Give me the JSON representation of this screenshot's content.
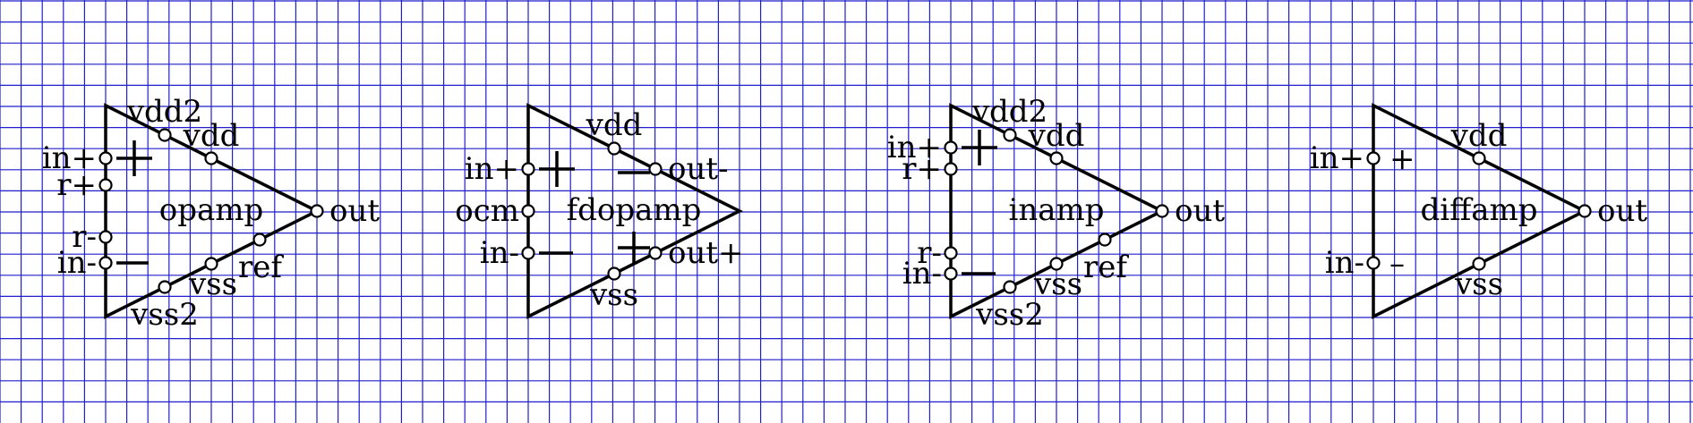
{
  "colors": {
    "grid": "#1f1fcc",
    "ink": "#000000",
    "background": "#ffffff"
  },
  "grid_on": true,
  "diagrams": [
    {
      "name": "opamp",
      "label": "opamp",
      "pins": {
        "in_plus": "in+",
        "r_plus": "r+",
        "r_minus": "r-",
        "in_minus": "in-",
        "vdd2": "vdd2",
        "vdd": "vdd",
        "out": "out",
        "ref": "ref",
        "vss": "vss",
        "vss2": "vss2"
      },
      "signs": {
        "plus": "+",
        "minus": "–"
      }
    },
    {
      "name": "fdopamp",
      "label": "fdopamp",
      "pins": {
        "in_plus": "in+",
        "ocm": "ocm",
        "in_minus": "in-",
        "vdd": "vdd",
        "vss": "vss",
        "out_minus": "out-",
        "out_plus": "out+"
      },
      "signs": {
        "plus": "+",
        "minus": "–"
      }
    },
    {
      "name": "inamp",
      "label": "inamp",
      "pins": {
        "in_plus": "in+",
        "r_plus": "r+",
        "r_minus": "r-",
        "in_minus": "in-",
        "vdd2": "vdd2",
        "vdd": "vdd",
        "out": "out",
        "ref": "ref",
        "vss": "vss",
        "vss2": "vss2"
      },
      "signs": {
        "plus": "+",
        "minus": "–"
      }
    },
    {
      "name": "diffamp",
      "label": "diffamp",
      "pins": {
        "in_plus": "in+",
        "in_minus": "in-",
        "vdd": "vdd",
        "vss": "vss",
        "out": "out"
      },
      "signs": {
        "plus": "+",
        "minus": "–"
      }
    }
  ]
}
